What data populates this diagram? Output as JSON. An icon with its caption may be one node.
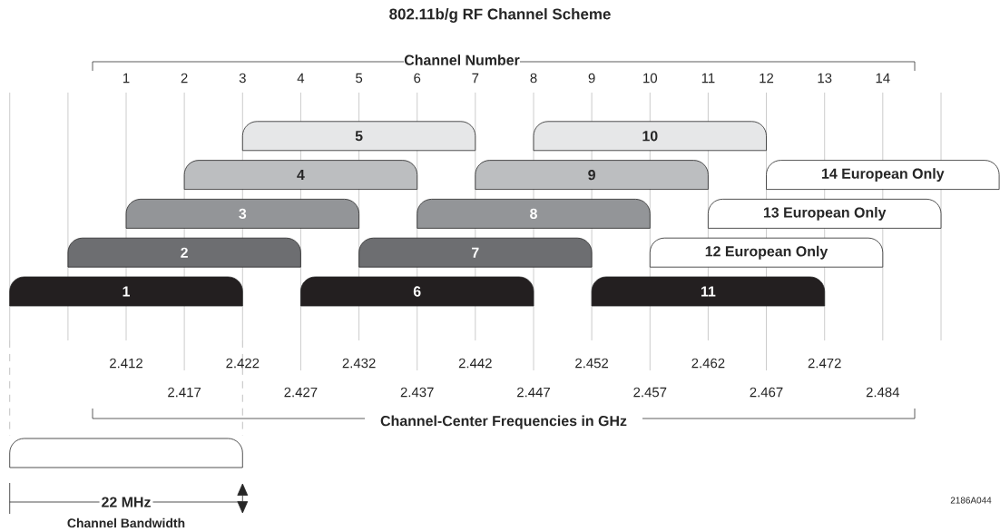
{
  "diagram": {
    "title": "802.11b/g RF Channel Scheme",
    "nodes": [
      {
        "text": [
          "1"
        ]
      },
      {
        "text": [
          "2"
        ]
      },
      {
        "text": [
          "3"
        ]
      },
      {
        "text": [
          "4"
        ]
      },
      {
        "text": [
          "5"
        ]
      },
      {
        "text": [
          "6"
        ]
      },
      {
        "text": [
          "7"
        ]
      },
      {
        "text": [
          "8"
        ]
      },
      {
        "text": [
          "9"
        ]
      },
      {
        "text": [
          "10"
        ]
      },
      {
        "text": [
          "11"
        ]
      },
      {
        "text": [
          "12 European Only"
        ]
      },
      {
        "text": [
          "13 European Only"
        ]
      },
      {
        "text": [
          "14 European Only"
        ]
      },
      {
        "text": [],
        "shape": "box"
      }
    ],
    "edges": [],
    "labels": [
      "Channel Number",
      "1",
      "2",
      "3",
      "4",
      "5",
      "6",
      "7",
      "8",
      "9",
      "10",
      "11",
      "12",
      "13",
      "14",
      "2.412",
      "2.422",
      "2.432",
      "2.442",
      "2.452",
      "2.462",
      "2.472",
      "2.417",
      "2.427",
      "2.437",
      "2.447",
      "2.457",
      "2.467",
      "2.484",
      "Channel-Center Frequencies in GHz",
      "22 MHz",
      "Channel Bandwidth",
      "2186A044"
    ]
  }
}
